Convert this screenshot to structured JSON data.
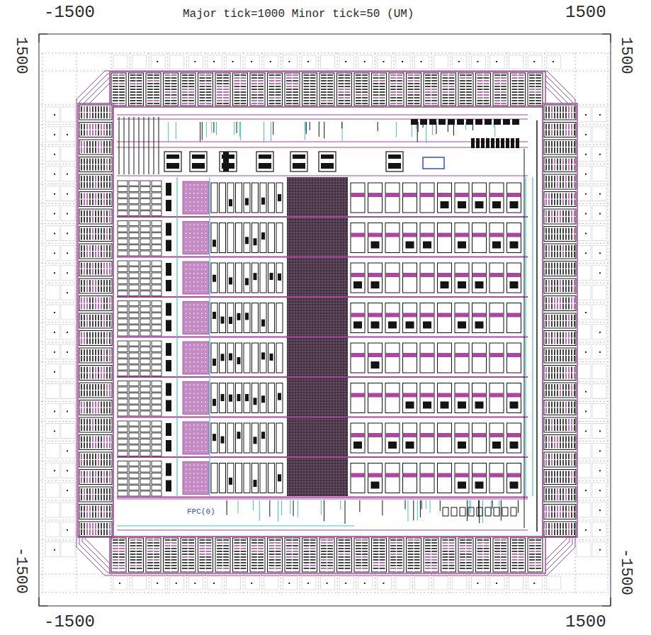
{
  "diagram": {
    "labels": [
      "-1500",
      "Major tick=1000 Minor tick=50 (UM)",
      "1500",
      "1500",
      "1500",
      "FPC(0)",
      "-1500",
      "-1500",
      "-1500",
      "1500"
    ]
  }
}
